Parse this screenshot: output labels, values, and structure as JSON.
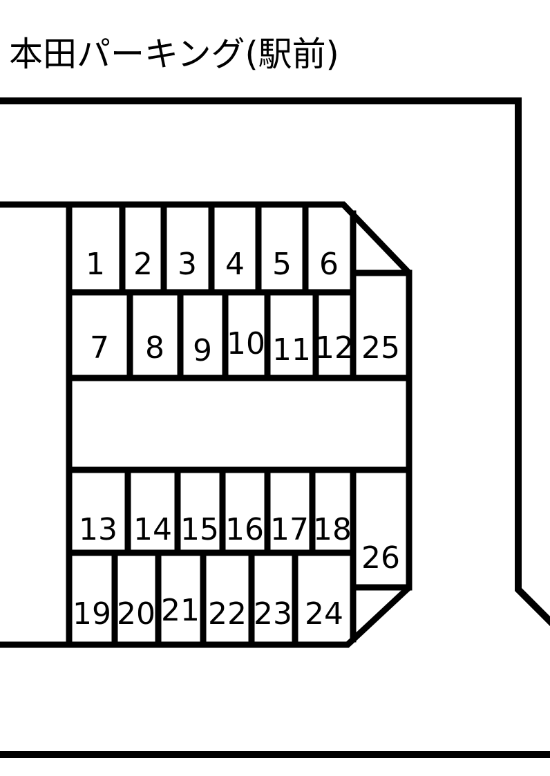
{
  "title": "本田パーキング(駅前)",
  "colors": {
    "line": "#000000",
    "background": "#ffffff"
  },
  "diagram": {
    "type": "parking-lot-map",
    "space_count": 26,
    "spaces": [
      "1",
      "2",
      "3",
      "4",
      "5",
      "6",
      "7",
      "8",
      "9",
      "10",
      "11",
      "12",
      "13",
      "14",
      "15",
      "16",
      "17",
      "18",
      "19",
      "20",
      "21",
      "22",
      "23",
      "24",
      "25",
      "26"
    ]
  }
}
